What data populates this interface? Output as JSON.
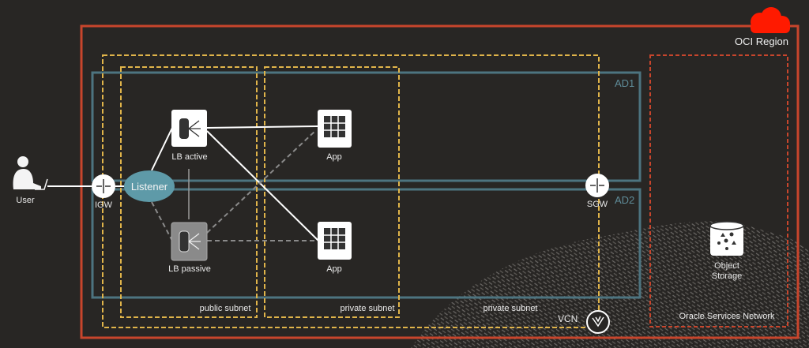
{
  "region": {
    "label": "OCI Region",
    "color": "#c8452c",
    "cloud_color": "#ff1a00"
  },
  "availability_domains": [
    {
      "label": "AD1"
    },
    {
      "label": "AD2"
    }
  ],
  "vcn": {
    "label": "VCN",
    "subnet_label": "private subnet"
  },
  "subnets": {
    "public": "public subnet",
    "private": "private subnet"
  },
  "nodes": {
    "user": "User",
    "igw": "IGW",
    "listener": "Listener",
    "lb_active": "LB active",
    "lb_passive": "LB passive",
    "app1": "App",
    "app2": "App",
    "sgw": "SGW",
    "object_storage_line1": "Object",
    "object_storage_line2": "Storage"
  },
  "services_network": {
    "label": "Oracle Services Network"
  },
  "colors": {
    "subnet": "#e0b44a",
    "ad": "#4d7480",
    "listener": "#5e9aa8"
  }
}
